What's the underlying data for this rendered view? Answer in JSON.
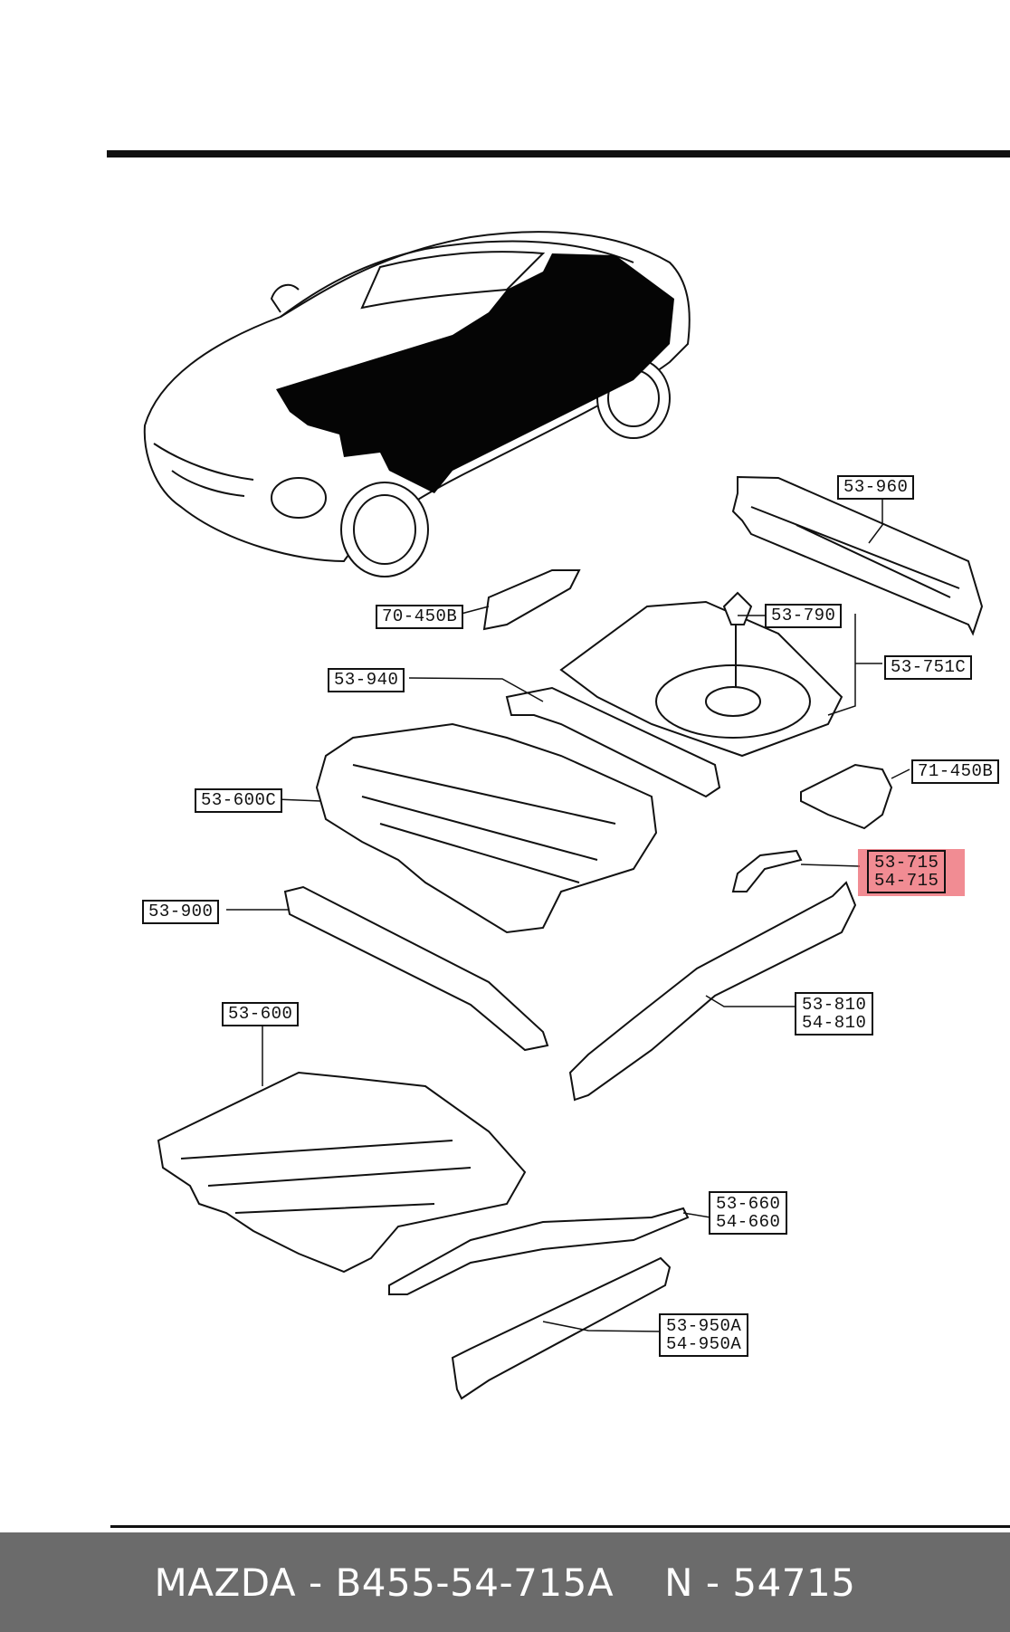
{
  "labels": {
    "l_53_960": "53-960",
    "l_53_790": "53-790",
    "l_53_751c": "53-751C",
    "l_70_450b": "70-450B",
    "l_53_940": "53-940",
    "l_71_450b": "71-450B",
    "l_53_600c": "53-600C",
    "l_53_715": "53-715",
    "l_54_715": "54-715",
    "l_53_900": "53-900",
    "l_53_810": "53-810",
    "l_54_810": "54-810",
    "l_53_600": "53-600",
    "l_53_660": "53-660",
    "l_54_660": "54-660",
    "l_53_950a": "53-950A",
    "l_54_950a": "54-950A"
  },
  "highlight": {
    "target_part": "53-715 / 54-715",
    "color": "#e84650"
  },
  "footer": {
    "brand_part": "MAZDA - B455-54-715A",
    "number": "N - 54715",
    "background": "#6b6b6b"
  }
}
